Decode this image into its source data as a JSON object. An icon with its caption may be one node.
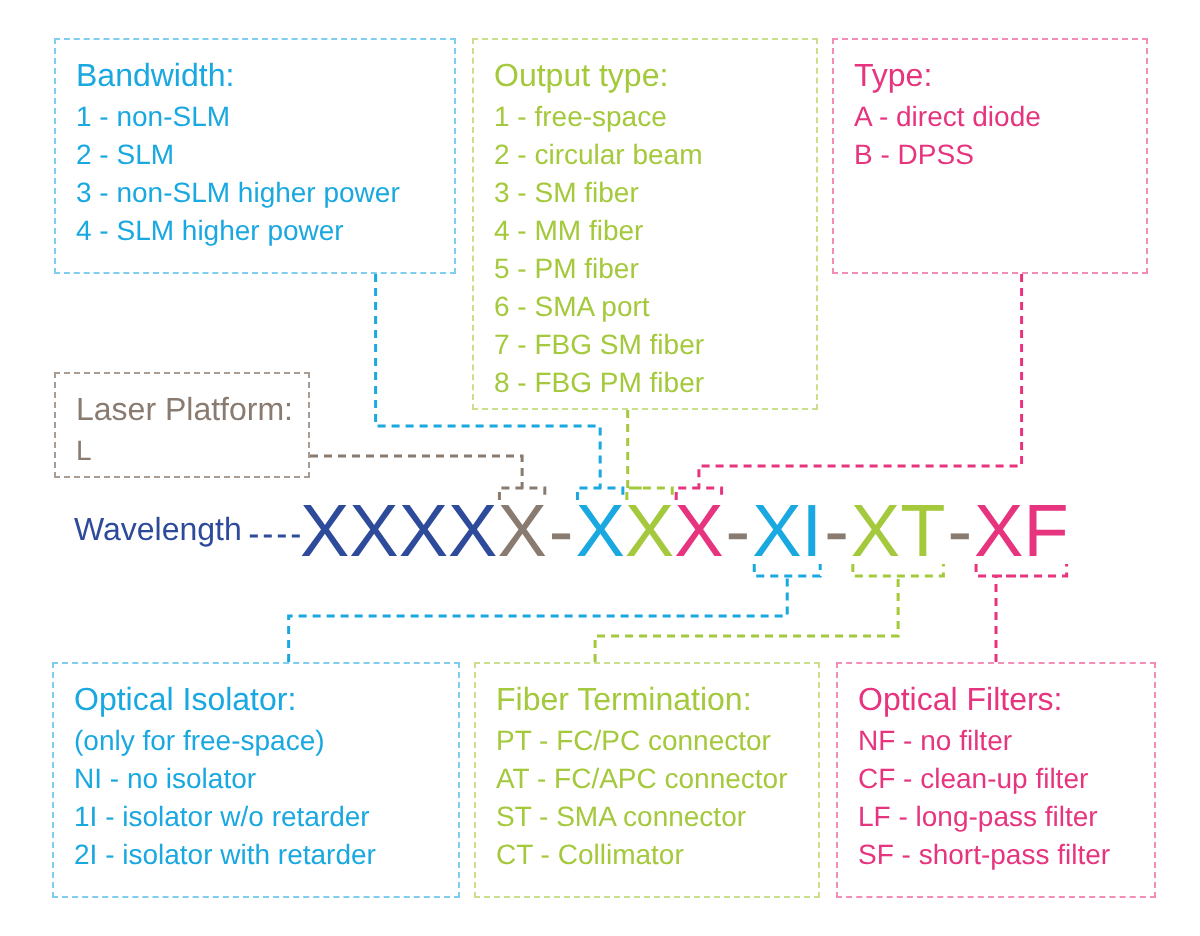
{
  "diagram": {
    "nodes": [
      {
        "text": [
          "Bandwidth:",
          "1 - non-SLM",
          "2 - SLM",
          "3 - non-SLM higher power",
          "4 - SLM higher power"
        ]
      },
      {
        "text": [
          "Output type:",
          "1 - free-space",
          "2 - circular beam",
          "3 - SM fiber",
          "4 - MM fiber",
          "5 - PM fiber",
          "6 - SMA port",
          "7 - FBG SM fiber",
          "8 - FBG PM fiber"
        ]
      },
      {
        "text": [
          "Type:",
          "A - direct diode",
          "B - DPSS"
        ]
      },
      {
        "text": [
          "Laser Platform:",
          "L"
        ]
      },
      {
        "text": [
          "Wavelength"
        ]
      },
      {
        "text": [
          "XXXX"
        ]
      },
      {
        "text": [
          "X"
        ]
      },
      {
        "text": [
          "X"
        ]
      },
      {
        "text": [
          "X"
        ]
      },
      {
        "text": [
          "X"
        ]
      },
      {
        "text": [
          "XI"
        ]
      },
      {
        "text": [
          "XT"
        ]
      },
      {
        "text": [
          "XF"
        ]
      },
      {
        "text": [
          "Optical Isolator:",
          "(only for free-space)",
          "NI - no isolator",
          "1I - isolator w/o retarder",
          "2I - isolator with retarder"
        ]
      },
      {
        "text": [
          "Fiber Termination:",
          "PT - FC/PC connector",
          "AT - FC/APC connector",
          "ST - SMA connector",
          "CT - Collimator"
        ]
      },
      {
        "text": [
          "Optical Filters:",
          "NF - no filter",
          "CF - clean-up filter",
          "LF - long-pass filter",
          "SF - short-pass filter"
        ]
      }
    ],
    "edges": [
      {
        "from": 0,
        "to": 7,
        "arrow": "none",
        "style": "dashed",
        "color": "#1aa8e0"
      },
      {
        "from": 1,
        "to": 8,
        "arrow": "none",
        "style": "dashed",
        "color": "#a4c93c"
      },
      {
        "from": 2,
        "to": 9,
        "arrow": "none",
        "style": "dashed",
        "color": "#e6347f"
      },
      {
        "from": 3,
        "to": 6,
        "arrow": "none",
        "style": "dashed",
        "color": "#8a7b70"
      },
      {
        "from": 4,
        "to": 5,
        "arrow": "none",
        "style": "dashed",
        "color": "#2e4a9a"
      },
      {
        "from": 13,
        "to": 10,
        "arrow": "none",
        "style": "dashed",
        "color": "#1aa8e0"
      },
      {
        "from": 14,
        "to": 11,
        "arrow": "none",
        "style": "dashed",
        "color": "#a4c93c"
      },
      {
        "from": 15,
        "to": 12,
        "arrow": "none",
        "style": "dashed",
        "color": "#e6347f"
      }
    ],
    "labels": [
      "-",
      "-",
      "-",
      "-"
    ]
  }
}
